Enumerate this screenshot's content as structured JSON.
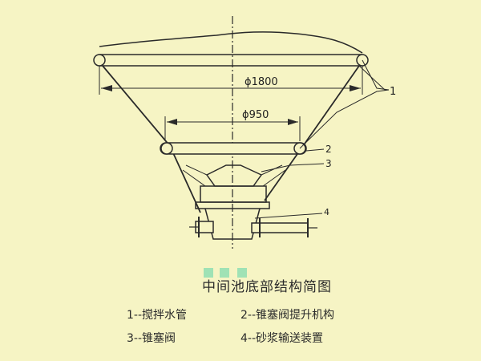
{
  "figure": {
    "dim_outer": "ϕ1800",
    "dim_inner": "ϕ950",
    "callouts": [
      "1",
      "2",
      "3",
      "4"
    ]
  },
  "caption": {
    "title": "中间池底部结构简图",
    "legend": [
      "1--搅拌水管",
      "2--锥塞阀提升机构",
      "3--锥塞阀",
      "4--砂浆输送装置"
    ]
  }
}
